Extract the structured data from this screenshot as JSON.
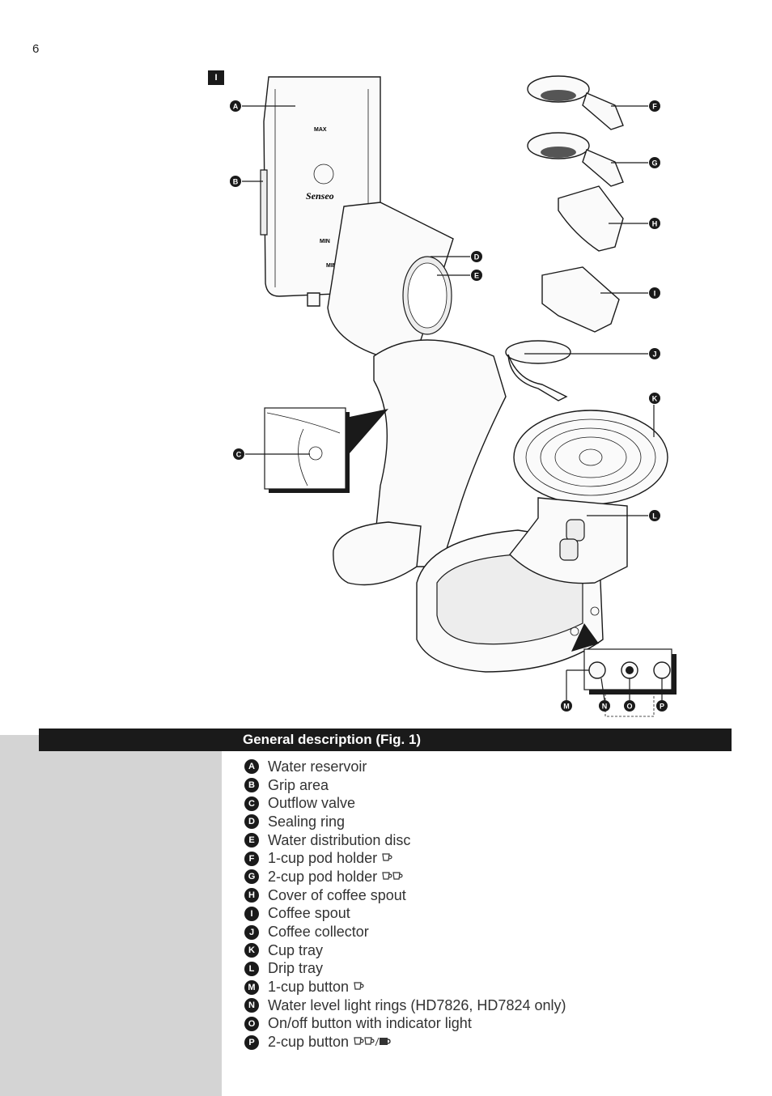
{
  "page_number": "6",
  "figure_label": "I",
  "reservoir_text": {
    "max": "MAX",
    "brand": "Senseo",
    "min1": "MIN",
    "min2": "MIN"
  },
  "callouts": [
    "A",
    "B",
    "C",
    "D",
    "E",
    "F",
    "G",
    "H",
    "I",
    "J",
    "K",
    "L",
    "M",
    "N",
    "O",
    "P"
  ],
  "section_title": "General description (Fig. 1)",
  "parts": [
    {
      "letter": "A",
      "label": "Water reservoir",
      "icon": ""
    },
    {
      "letter": "B",
      "label": "Grip area",
      "icon": ""
    },
    {
      "letter": "C",
      "label": "Outflow valve",
      "icon": ""
    },
    {
      "letter": "D",
      "label": "Sealing ring",
      "icon": ""
    },
    {
      "letter": "E",
      "label": "Water distribution disc",
      "icon": ""
    },
    {
      "letter": "F",
      "label": "1-cup pod holder",
      "icon": "one-cup-icon"
    },
    {
      "letter": "G",
      "label": "2-cup pod holder",
      "icon": "two-cup-icon"
    },
    {
      "letter": "H",
      "label": "Cover of coffee spout",
      "icon": ""
    },
    {
      "letter": "I",
      "label": "Coffee spout",
      "icon": ""
    },
    {
      "letter": "J",
      "label": "Coffee collector",
      "icon": ""
    },
    {
      "letter": "K",
      "label": "Cup tray",
      "icon": ""
    },
    {
      "letter": "L",
      "label": "Drip tray",
      "icon": ""
    },
    {
      "letter": "M",
      "label": "1-cup button",
      "icon": "one-cup-icon"
    },
    {
      "letter": "N",
      "label": "Water level light rings (HD7826, HD7824 only)",
      "icon": ""
    },
    {
      "letter": "O",
      "label": "On/off button with indicator light",
      "icon": ""
    },
    {
      "letter": "P",
      "label": "2-cup button",
      "icon": "two-cup-mug-icon"
    }
  ]
}
